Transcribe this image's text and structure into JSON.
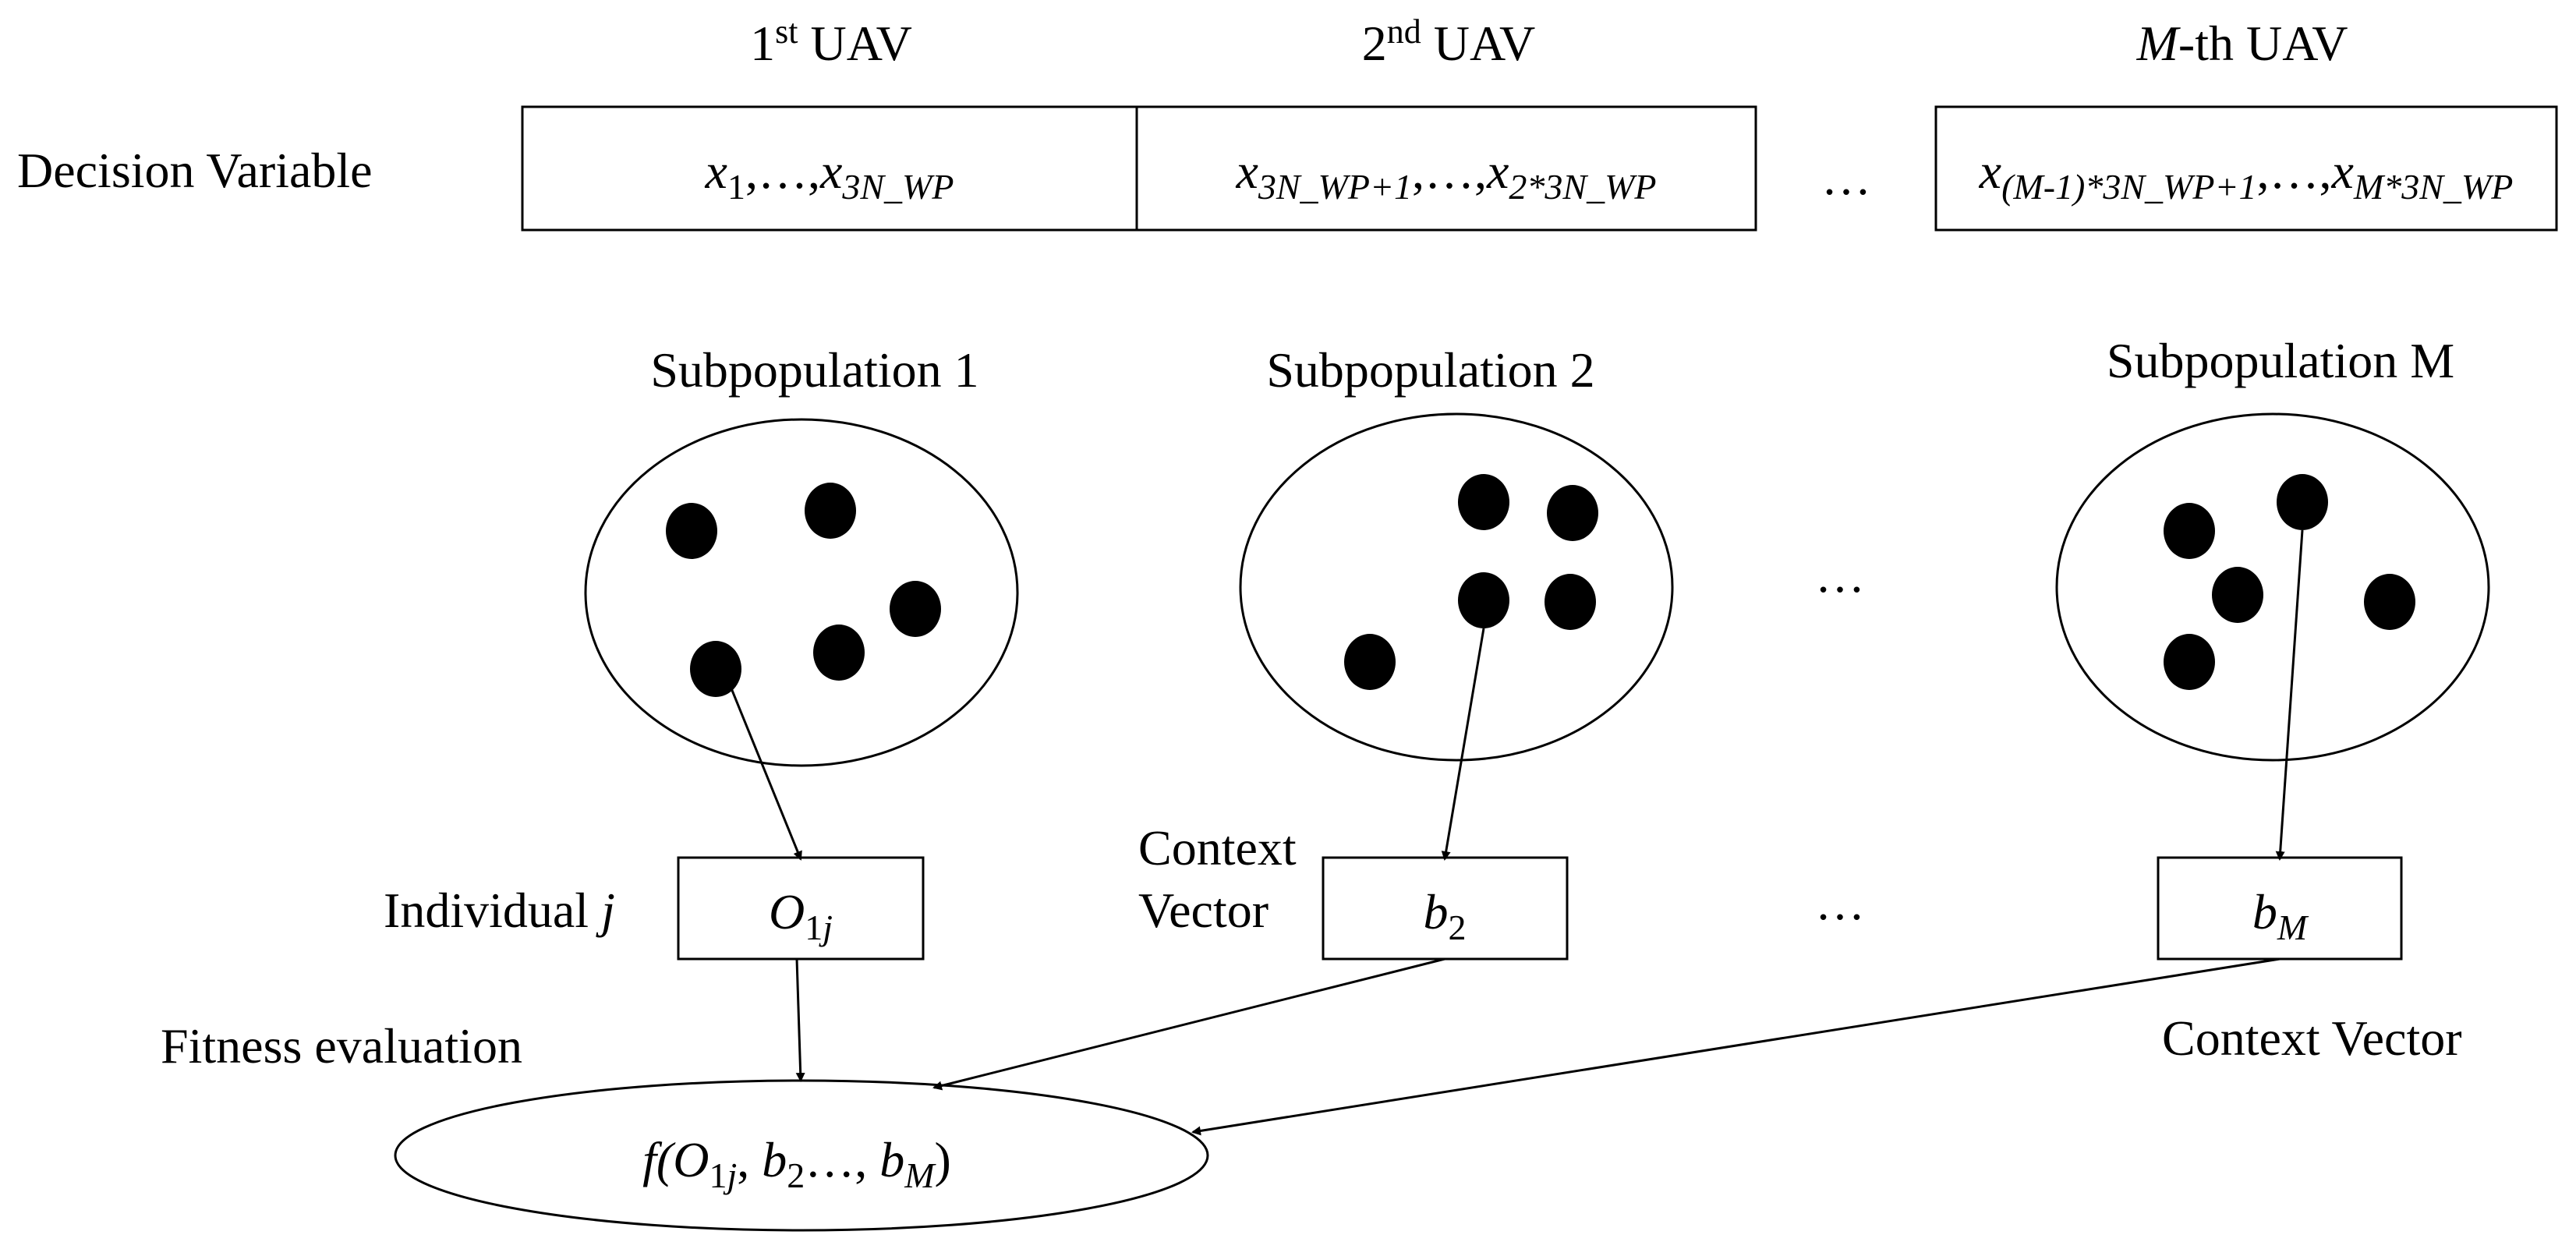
{
  "columns": [
    {
      "ordinal": "1",
      "suffix": "st",
      "label": " UAV"
    },
    {
      "ordinal": "2",
      "suffix": "nd",
      "label": " UAV"
    },
    {
      "ordinal": "M",
      "suffix": "",
      "label": "-th UAV"
    }
  ],
  "decision_variable": {
    "label": "Decision Variable",
    "segments": [
      {
        "parts": [
          "x",
          "1",
          ",…,",
          "x",
          "3N_WP"
        ]
      },
      {
        "parts": [
          "x",
          "3N_WP+1",
          ",…,",
          "x",
          "2*3N_WP"
        ]
      },
      {
        "parts": [
          "x",
          "(M-1)*3N_WP+1",
          ",…,",
          "x",
          "M*3N_WP"
        ]
      }
    ],
    "ellipsis": "…"
  },
  "subpopulations": [
    {
      "label": "Subpopulation 1"
    },
    {
      "label": "Subpopulation 2"
    },
    {
      "label": "Subpopulation M"
    }
  ],
  "middle_ellipsis": "…",
  "row_ellipsis": "…",
  "individual": {
    "label_text": "Individual ",
    "label_var": "j",
    "box_var": "O",
    "box_sub": "1j"
  },
  "context_left": {
    "line1": "Context",
    "line2": "Vector",
    "box_var": "b",
    "box_sub": "2"
  },
  "context_right": {
    "label": "Context Vector",
    "box_var": "b",
    "box_sub": "M"
  },
  "fitness": {
    "label": "Fitness evaluation",
    "formula": [
      "f(",
      "O",
      "1j",
      ", ",
      "b",
      "2",
      "…, ",
      "b",
      "M",
      ")"
    ]
  }
}
